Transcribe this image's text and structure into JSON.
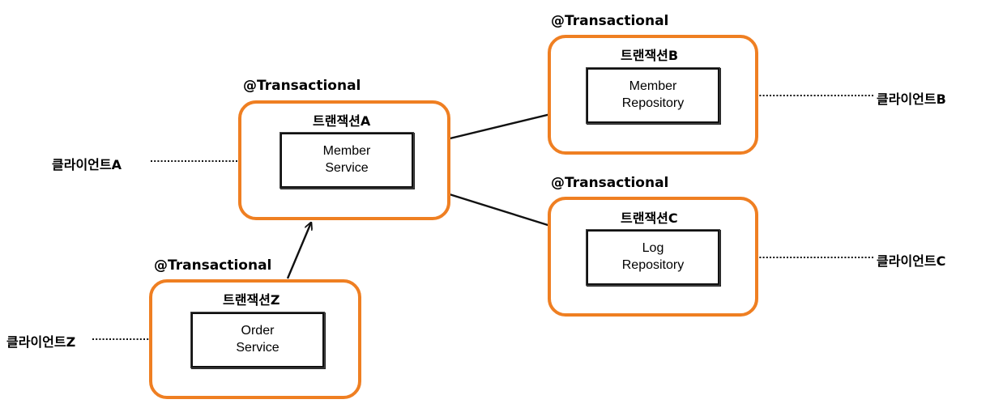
{
  "annotation": "@Transactional",
  "transactions": [
    {
      "id": "A",
      "label": "트랜잭션A",
      "component": [
        "Member",
        "Service"
      ],
      "client": "클라이언트A"
    },
    {
      "id": "B",
      "label": "트랜잭션B",
      "component": [
        "Member",
        "Repository"
      ],
      "client": "클라이언트B"
    },
    {
      "id": "C",
      "label": "트랜잭션C",
      "component": [
        "Log",
        "Repository"
      ],
      "client": "클라이언트C"
    },
    {
      "id": "Z",
      "label": "트랜잭션Z",
      "component": [
        "Order",
        "Service"
      ],
      "client": "클라이언트Z"
    }
  ],
  "colors": {
    "transaction_border": "#ef7f22",
    "arrow": "#111111"
  }
}
